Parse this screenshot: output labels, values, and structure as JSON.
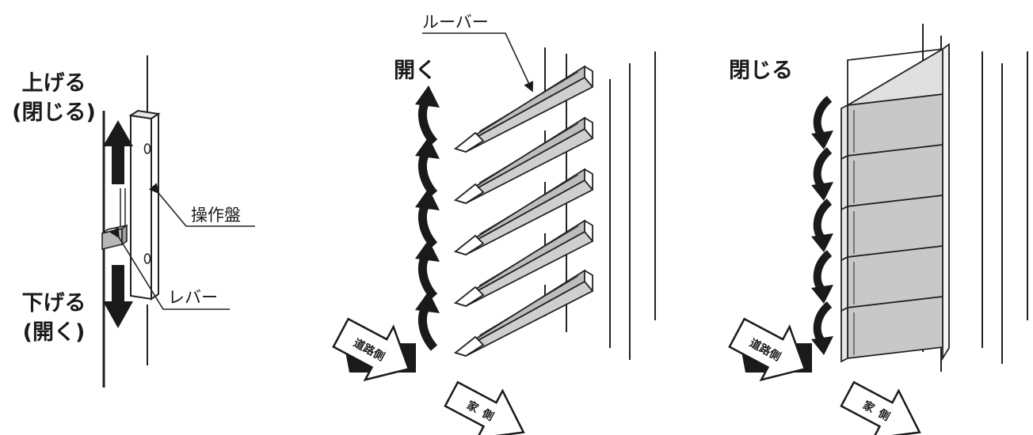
{
  "lever_panel": {
    "raise_label": "上げる",
    "raise_note": "(閉じる)",
    "lower_label": "下げる",
    "lower_note": "(開く)",
    "panel_label": "操作盤",
    "lever_label": "レバー"
  },
  "open_state": {
    "title": "開く",
    "louver_label": "ルーバー",
    "street_side": "道路側",
    "house_side": "家側"
  },
  "closed_state": {
    "title": "閉じる",
    "street_side": "道路側",
    "house_side": "家側"
  }
}
